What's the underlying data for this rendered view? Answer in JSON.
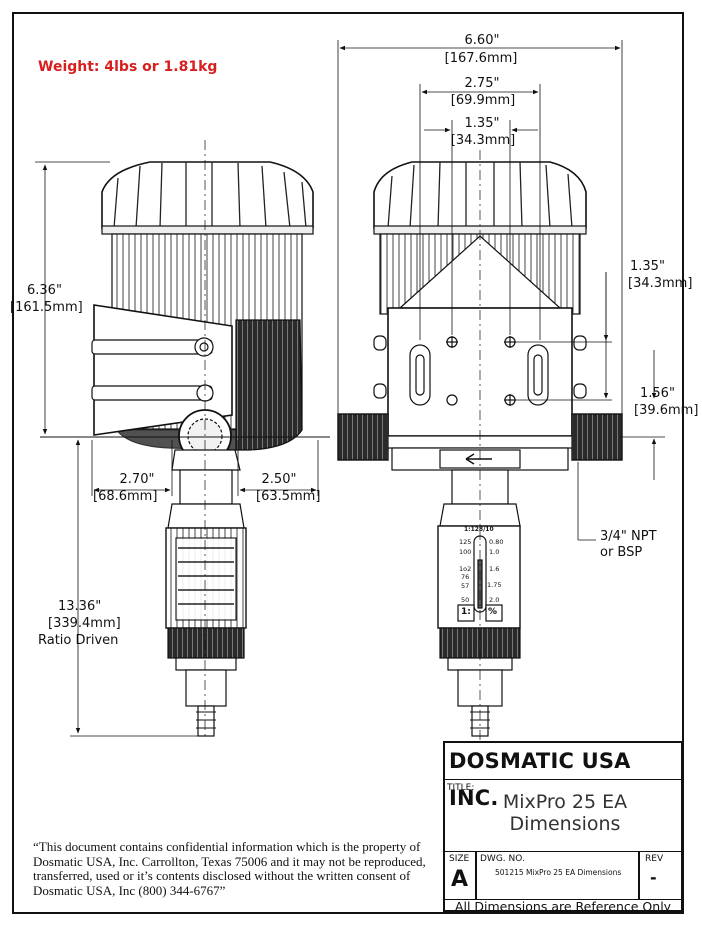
{
  "weight_note": "Weight: 4lbs or 1.81kg",
  "dimensions": {
    "overall_width": {
      "imperial": "6.60\"",
      "metric": "[167.6mm]"
    },
    "mount_width": {
      "imperial": "2.75\"",
      "metric": "[69.9mm]"
    },
    "hole_spacing_horizontal": {
      "imperial": "1.35\"",
      "metric": "[34.3mm]"
    },
    "body_height": {
      "imperial": "6.36\"",
      "metric": "[161.5mm]"
    },
    "hole_spacing_vertical": {
      "imperial": "1.35\"",
      "metric": "[34.3mm]"
    },
    "hole_to_centerline": {
      "imperial": "1.56\"",
      "metric": "[39.6mm]"
    },
    "left_offset": {
      "imperial": "2.70\"",
      "metric": "[68.6mm]"
    },
    "right_offset": {
      "imperial": "2.50\"",
      "metric": "[63.5mm]"
    },
    "total_height": {
      "imperial": "13.36\"",
      "metric": "[339.4mm]"
    }
  },
  "labels": {
    "ratio_driven": "Ratio Driven",
    "port_spec_line1": "3/4\" NPT",
    "port_spec_line2": "or BSP"
  },
  "dosing_scale": {
    "top_label": "1:128/10",
    "left_values": [
      "125",
      "100",
      "1o2",
      "76",
      "57",
      "50"
    ],
    "right_values": [
      "0.80",
      "1.0",
      "1.6",
      "1.75",
      "2.0"
    ],
    "unit_left": "1:",
    "unit_right": "%"
  },
  "confidentiality_notice": "“This document contains confidential information which is the property of Dosmatic USA, Inc. Carrollton, Texas 75006 and it may not be reproduced, transferred, used or it’s contents disclosed without the written consent of Dosmatic USA, Inc (800) 344-6767”",
  "title_block": {
    "company": "DOSMATIC USA INC.",
    "title_label": "TITLE:",
    "title_line1": "MixPro 25 EA",
    "title_line2": "Dimensions",
    "size_label": "SIZE",
    "size_value": "A",
    "dwg_label": "DWG.  NO.",
    "dwg_value": "501215 MixPro 25 EA Dimensions",
    "rev_label": "REV",
    "rev_value": "-",
    "footer": "All Dimensions are Reference Only"
  }
}
